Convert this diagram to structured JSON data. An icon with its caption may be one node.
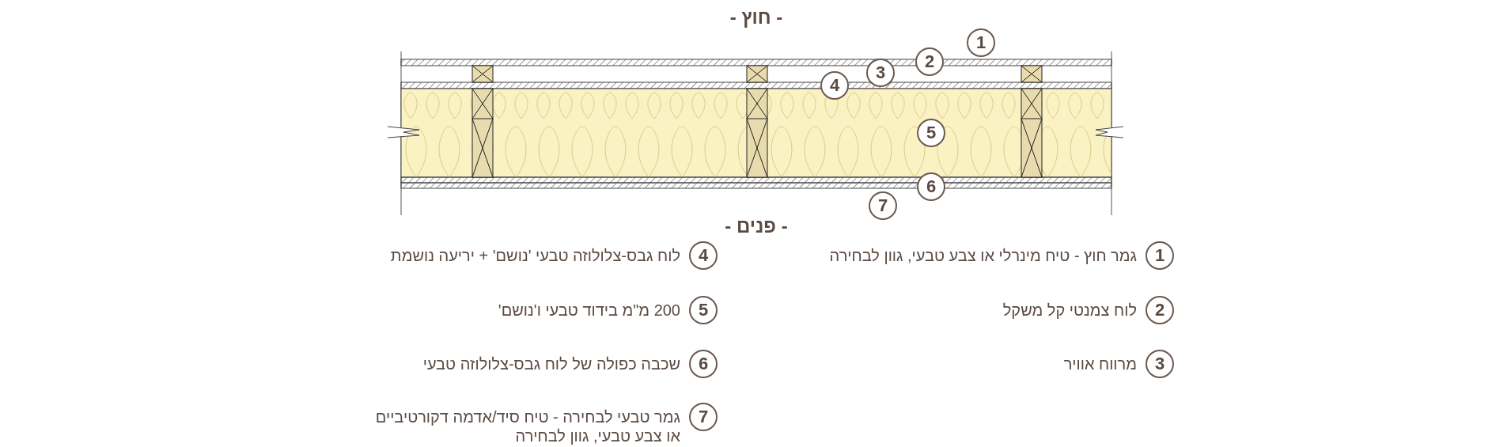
{
  "diagram": {
    "labels": [
      "- חוץ -",
      "1",
      "2",
      "3",
      "4",
      "5",
      "6",
      "7",
      "- פנים -",
      "1",
      "גמר חוץ - טיח מינרלי או צבע טבעי, גוון לבחירה",
      "2",
      "לוח צמנטי קל משקל",
      "3",
      "מרווח אוויר",
      "4",
      "לוח גבס-צלולוזה טבעי 'נושם' + יריעה נושמת",
      "5",
      "200 מ\"מ בידוד טבעי ו'נושם'",
      "6",
      "שכבה כפולה של לוח גבס-צלולוזה טבעי",
      "7",
      "גמר טבעי לבחירה  - טיח סיד/אדמה דקורטיביים או צבע טבעי, גוון לבחירה"
    ]
  }
}
